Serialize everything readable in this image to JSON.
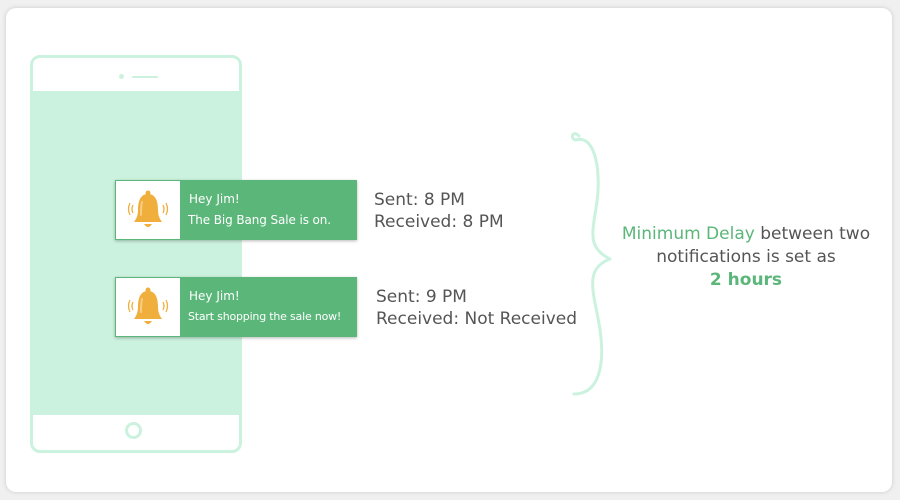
{
  "notifications": [
    {
      "title": "Hey Jim!",
      "body": "The Big Bang Sale is on.",
      "icon": "bell-icon",
      "sent": "Sent: 8 PM",
      "received": "Received: 8 PM"
    },
    {
      "title": "Hey Jim!",
      "body": "Start shopping the sale now!",
      "icon": "bell-icon",
      "sent": "Sent: 9 PM",
      "received": "Received: Not Received"
    }
  ],
  "explanation": {
    "highlight": "Minimum Delay",
    "text_1": " between two notifications is set as",
    "value": "2 hours"
  },
  "colors": {
    "accent_green": "#5bb679",
    "phone_mint": "#cbf2de",
    "bell_orange": "#f0ae3c",
    "text_gray": "#555555"
  }
}
